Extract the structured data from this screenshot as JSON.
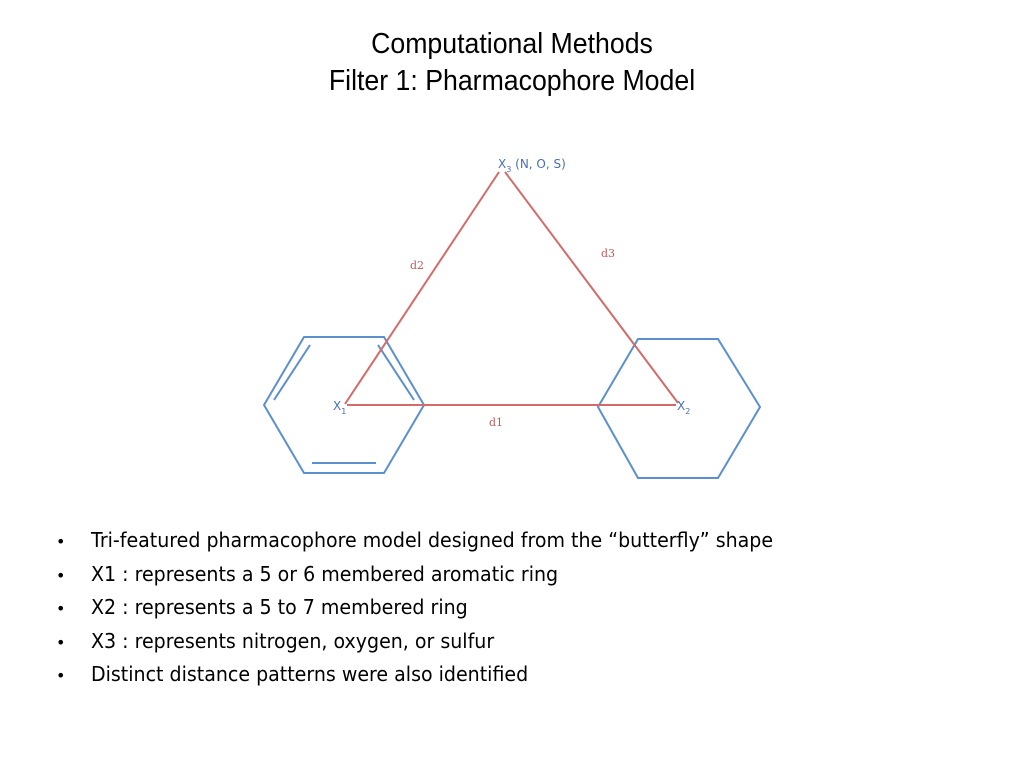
{
  "slide": {
    "title_line1": "Computational Methods",
    "title_line2": "Filter 1: Pharmacophore Model"
  },
  "diagram": {
    "x3_label": "X",
    "x3_sub": "3",
    "x3_atoms": " (N, O, S)",
    "x1_label": "X",
    "x1_sub": "1",
    "x2_label": "X",
    "x2_sub": "2",
    "d1": "d1",
    "d2": "d2",
    "d3": "d3",
    "colors": {
      "ring": "#5b8fd0",
      "triangle": "#d46a6a",
      "label": "#4a6fb5"
    }
  },
  "bullets": [
    "Tri-featured pharmacophore model designed from the “butterfly” shape",
    "X1 : represents a 5 or 6 membered aromatic ring",
    "X2 : represents a 5 to 7 membered ring",
    "X3 : represents nitrogen, oxygen, or sulfur",
    "Distinct distance patterns were also identified"
  ],
  "bullet_symbol": "•"
}
